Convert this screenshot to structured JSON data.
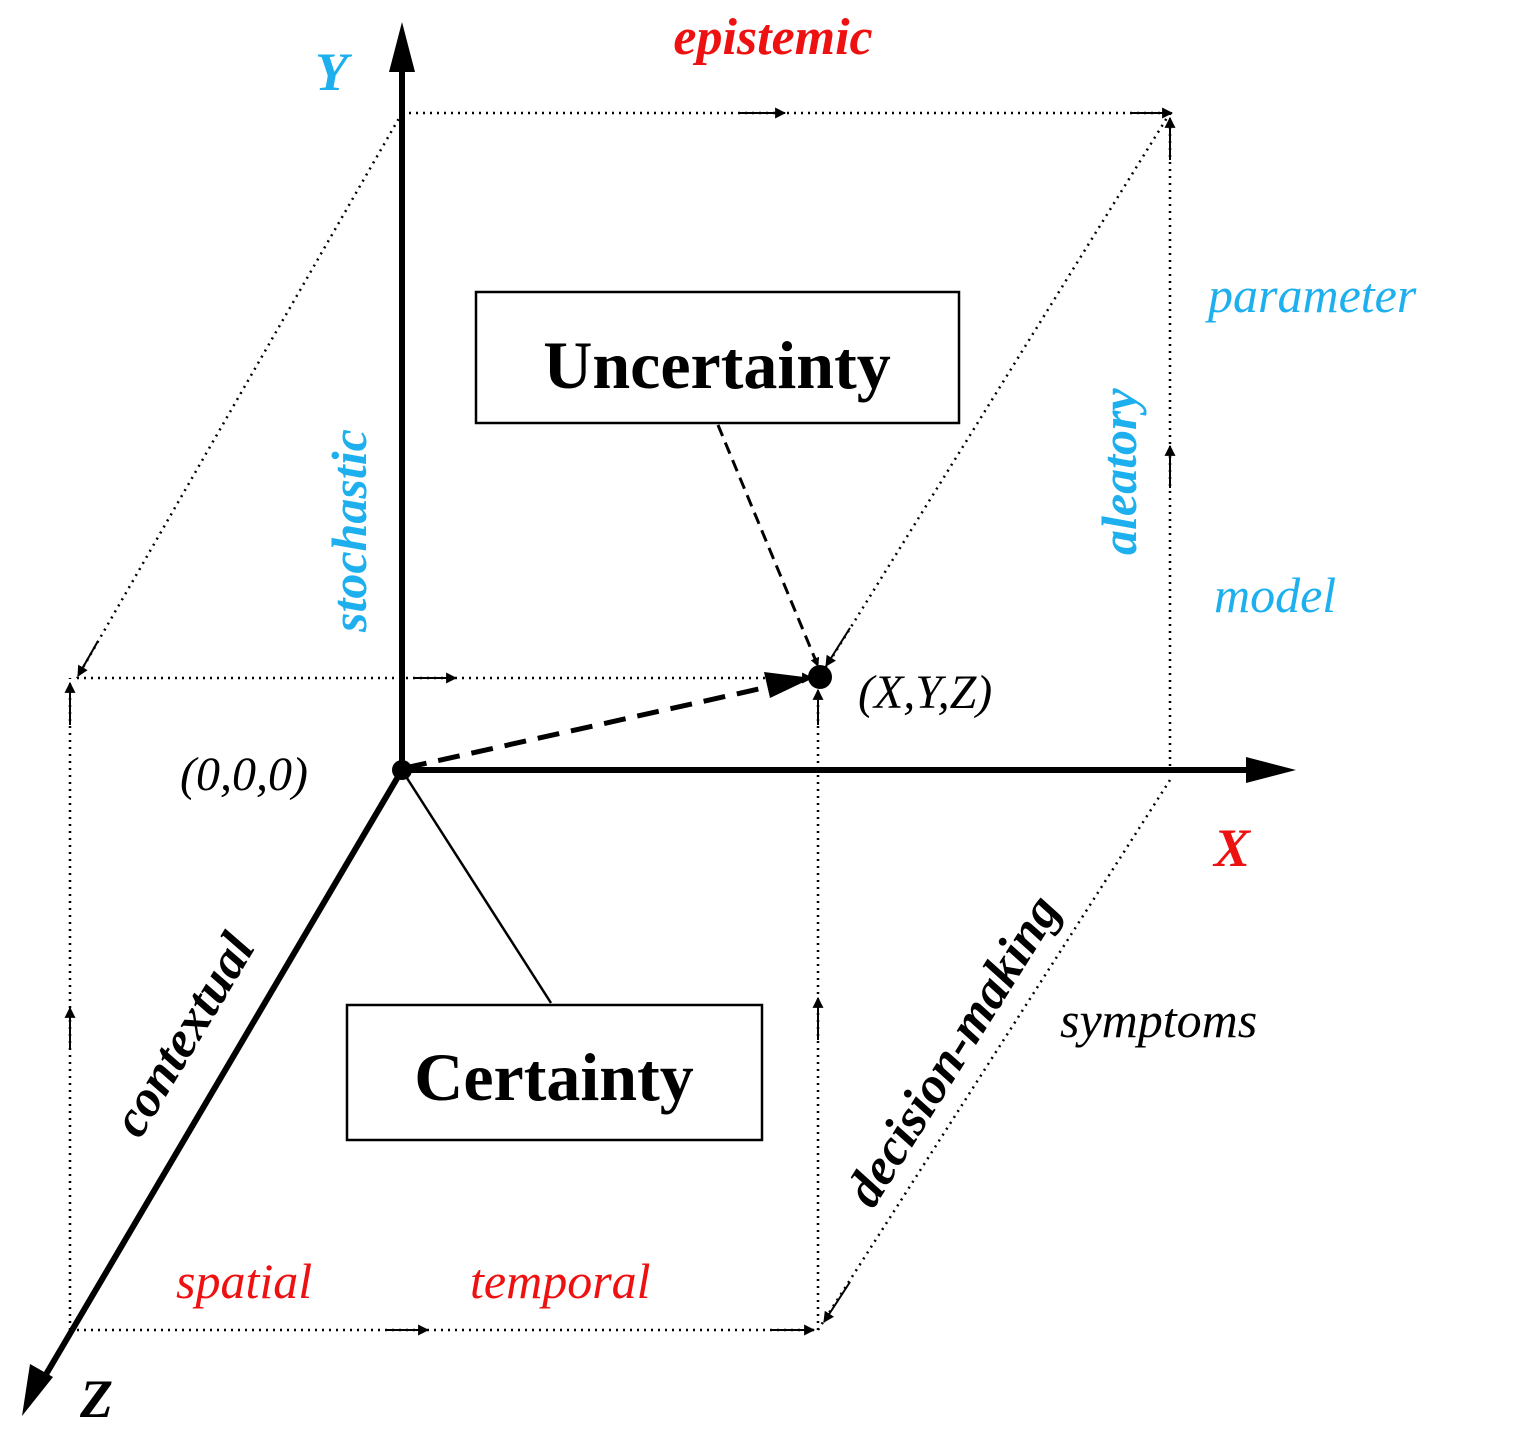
{
  "axes": {
    "x_label": "X",
    "y_label": "Y",
    "z_label": "Z",
    "origin_label": "(0,0,0)",
    "point_label": "(X,Y,Z)"
  },
  "boxes": {
    "uncertainty": "Uncertainty",
    "certainty": "Certainty"
  },
  "edge_labels": {
    "epistemic": "epistemic",
    "stochastic": "stochastic",
    "aleatory": "aleatory",
    "parameter": "parameter",
    "model": "model",
    "contextual": "contextual",
    "decision_making": "decision-making",
    "symptoms": "symptoms",
    "spatial": "spatial",
    "temporal": "temporal"
  },
  "colors": {
    "red": "#ee1111",
    "blue": "#1eb0ee",
    "black": "#000000"
  }
}
